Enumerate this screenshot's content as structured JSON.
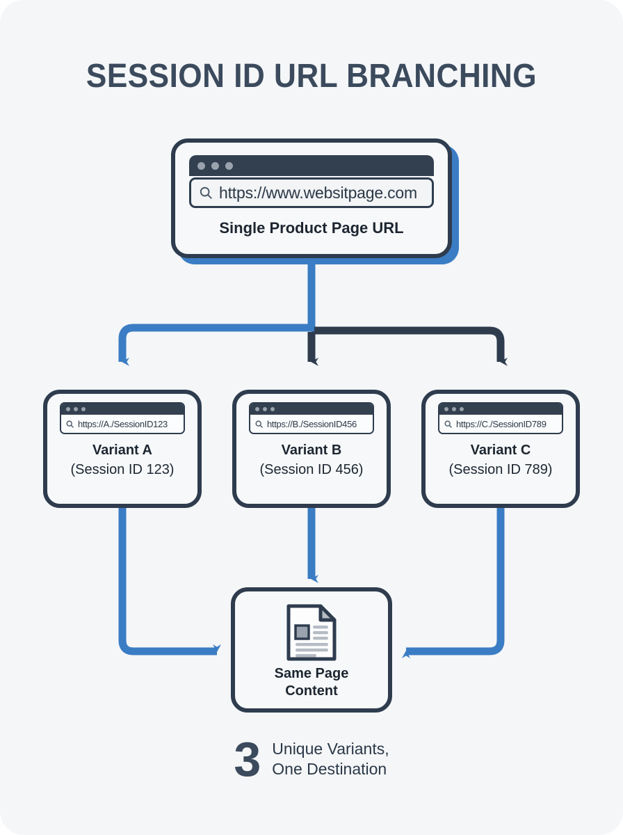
{
  "title": "SESSION ID URL BRANCHING",
  "colors": {
    "background": "#f4f6f8",
    "dark": "#2e3c4e",
    "blue": "#3b7dc4",
    "title": "#3b4a5c",
    "dot": "#9aa3ad"
  },
  "hero": {
    "url": "https://www.websitpage.com",
    "label": "Single Product Page URL",
    "search_icon": "search-icon"
  },
  "variants": [
    {
      "url": "https://A./SessionID123",
      "name": "Variant A",
      "session": "(Session ID 123)"
    },
    {
      "url": "https://B./SessionID456",
      "name": "Variant B",
      "session": "(Session ID 456)"
    },
    {
      "url": "https://C./SessionID789",
      "name": "Variant C",
      "session": "(Session ID 789)"
    }
  ],
  "destination": {
    "icon": "document-icon",
    "label_line1": "Same Page",
    "label_line2": "Content"
  },
  "footer": {
    "number": "3",
    "line1": "Unique Variants,",
    "line2": "One Destination"
  }
}
